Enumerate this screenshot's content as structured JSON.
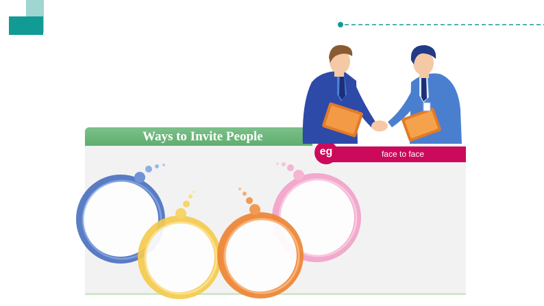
{
  "slide": {
    "title": "Ways to Invite People",
    "example_label": "eg",
    "example_text": "face to face"
  },
  "colors": {
    "teal_dark": "#129a94",
    "teal_light": "#9fd6d2",
    "title_green": "#6bb67a",
    "example_magenta": "#cc0a5b",
    "ring_blue": "#5a7ec8",
    "ring_yellow": "#f5cd55",
    "ring_orange": "#ef8a3a",
    "ring_pink": "#f0a4c8"
  },
  "icons": [
    "handshake-illustration",
    "ring-icon"
  ]
}
